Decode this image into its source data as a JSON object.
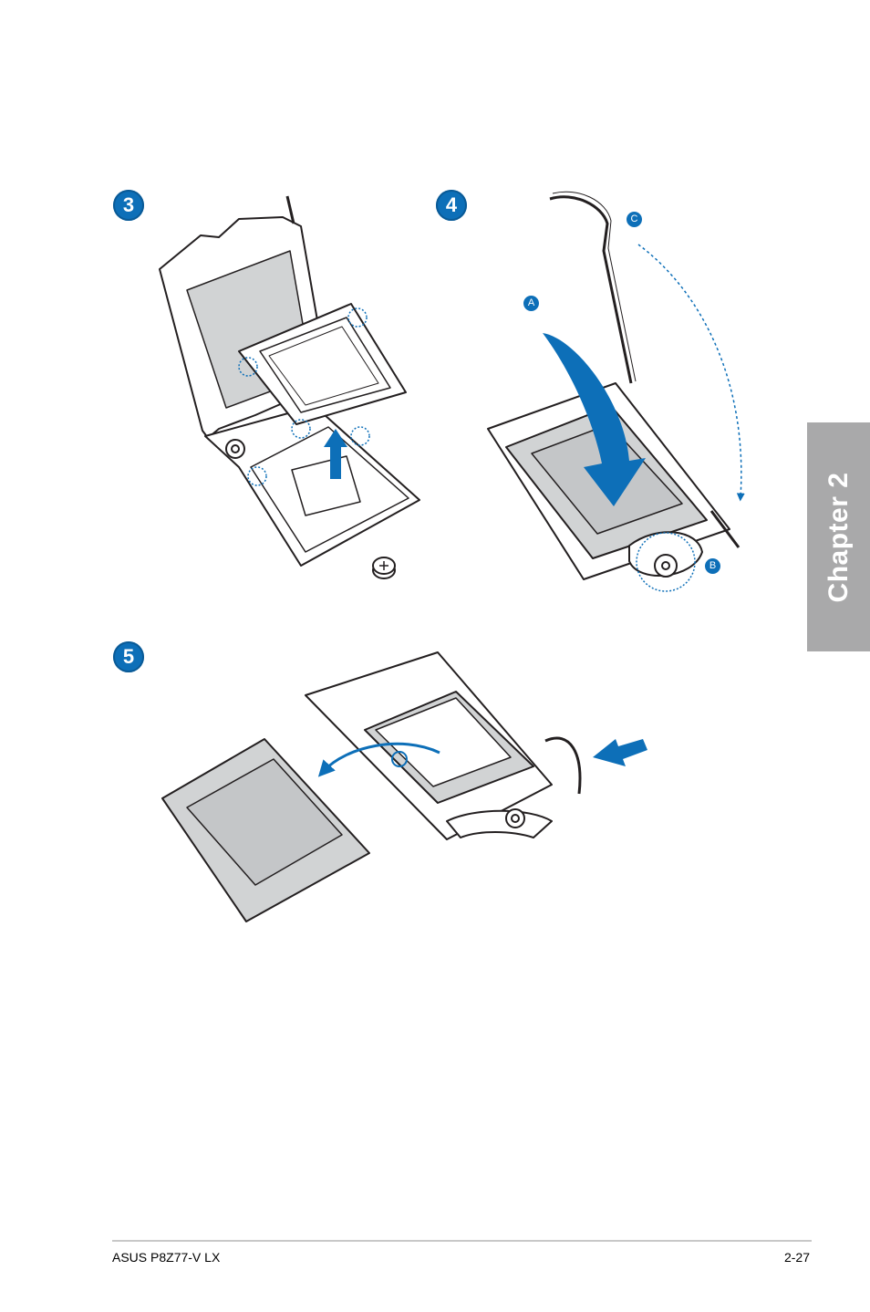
{
  "steps": [
    {
      "number": "3"
    },
    {
      "number": "4",
      "callouts": [
        "A",
        "B",
        "C"
      ]
    },
    {
      "number": "5"
    }
  ],
  "side_tab": {
    "label": "Chapter 2"
  },
  "footer": {
    "product": "ASUS P8Z77-V LX",
    "page": "2-27"
  },
  "colors": {
    "accent": "#0d6fb8",
    "tab": "#a9a9aa",
    "line": "#231f20",
    "fill": "#d1d3d4"
  }
}
